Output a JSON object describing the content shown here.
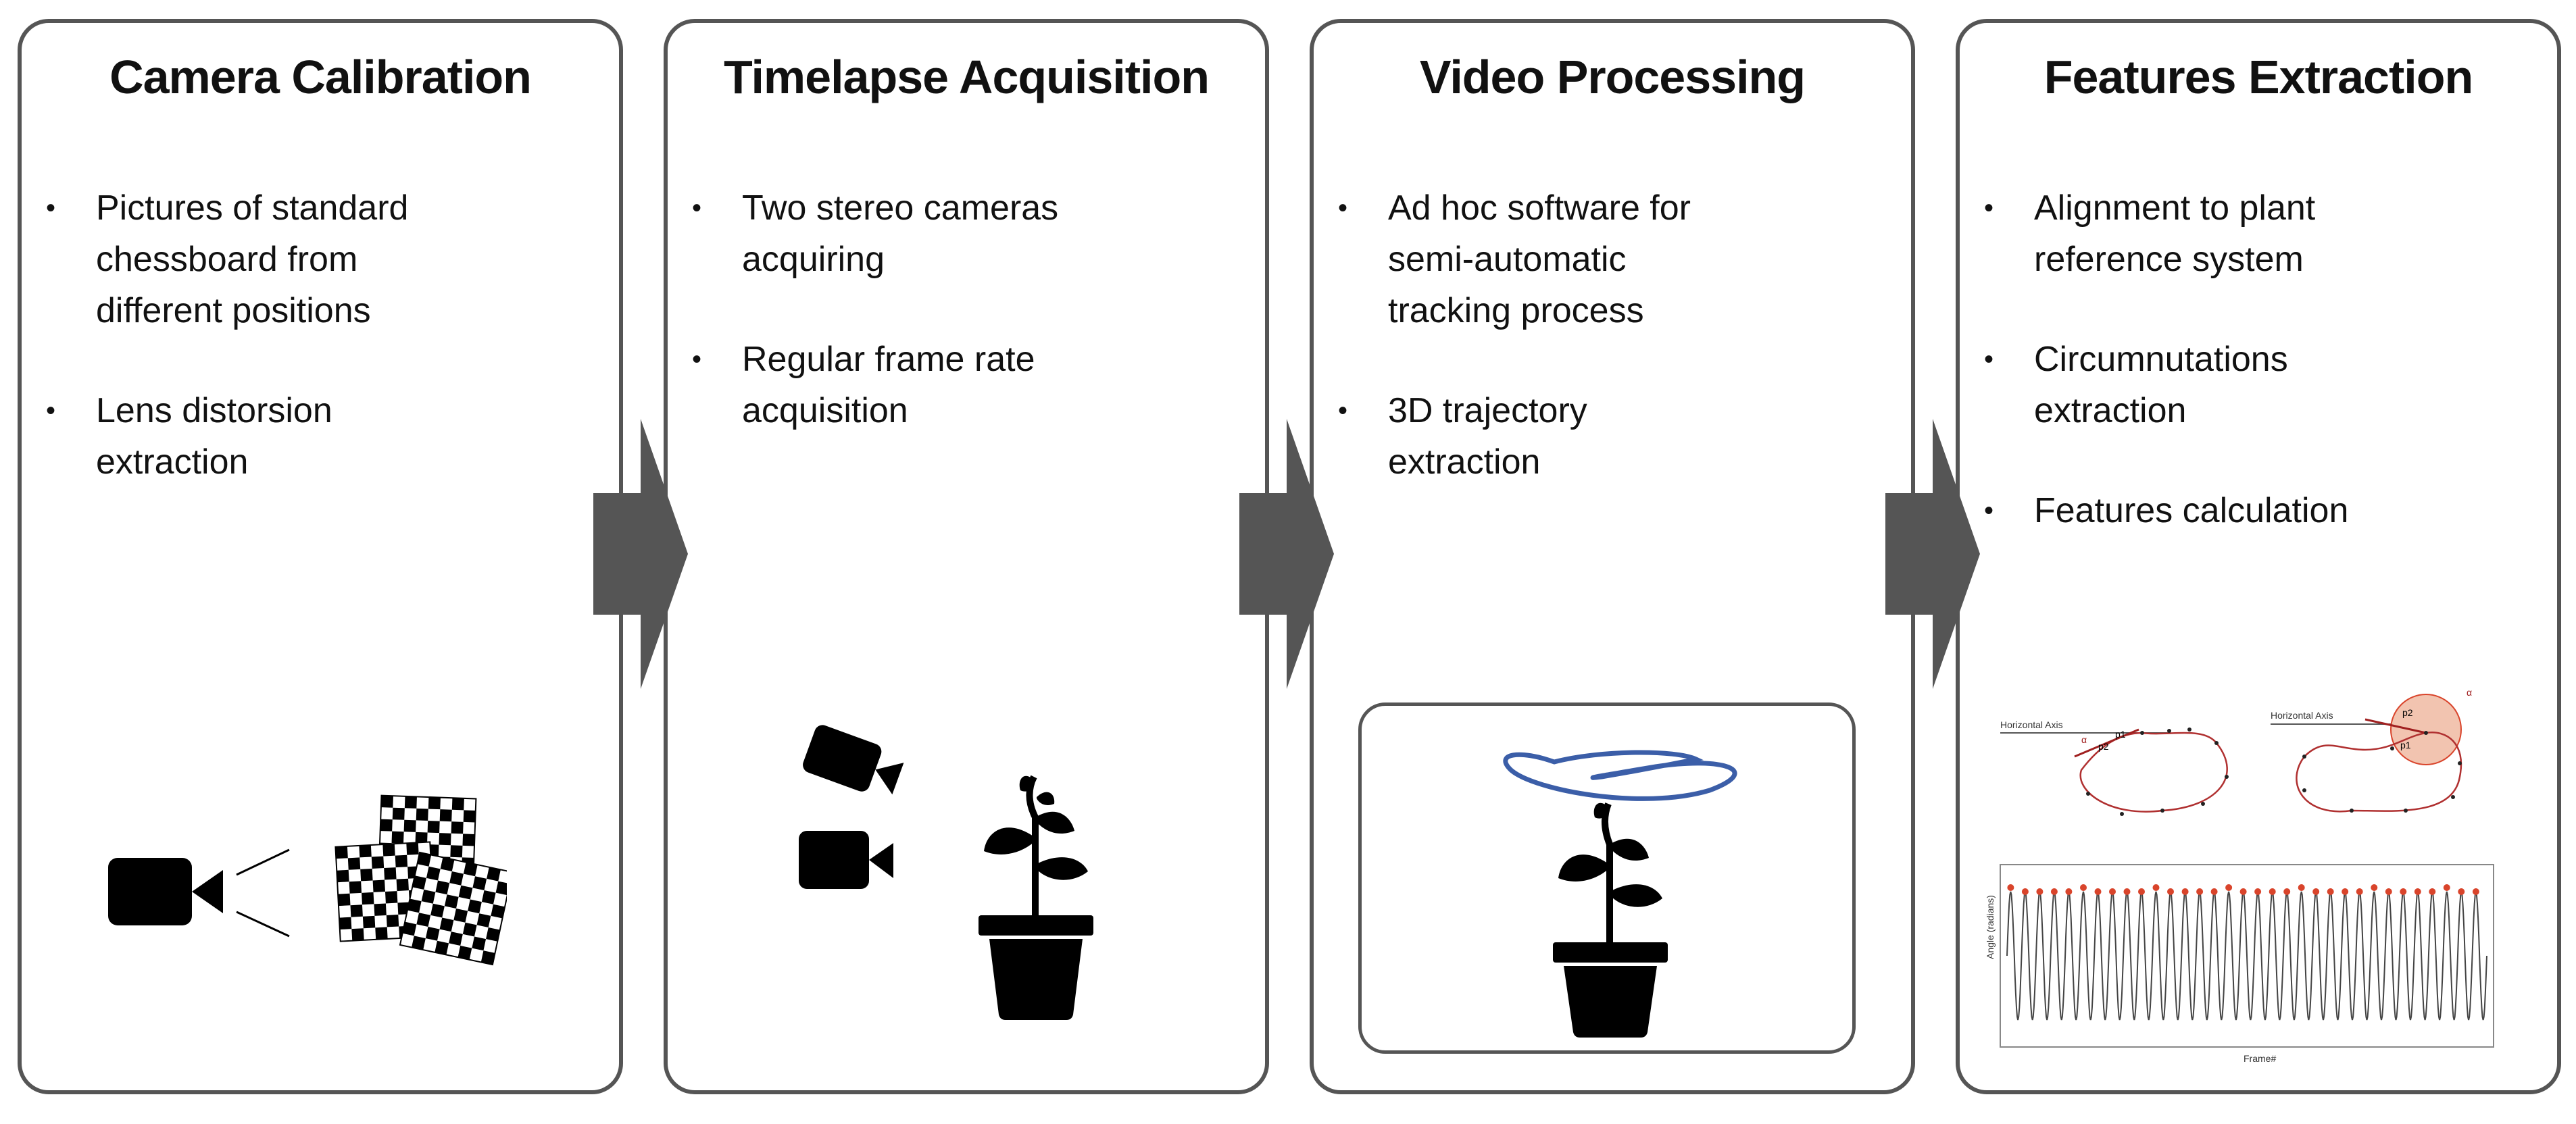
{
  "steps": [
    {
      "title": "Camera Calibration",
      "bullets": [
        "Pictures of standard\nchessboard from\ndifferent positions",
        "Lens distorsion\nextraction"
      ]
    },
    {
      "title": "Timelapse Acquisition",
      "bullets": [
        "Two stereo cameras\nacquiring",
        "Regular frame rate\nacquisition"
      ]
    },
    {
      "title": "Video Processing",
      "bullets": [
        "Ad hoc software for\nsemi-automatic\ntracking process",
        "3D trajectory\nextraction"
      ]
    },
    {
      "title": "Features Extraction",
      "bullets": [
        "Alignment to plant\nreference system",
        "Circumnutations\nextraction",
        "Features calculation"
      ]
    }
  ],
  "mini_plot_labels": {
    "horizontal_axis": "Horizontal Axis",
    "p1": "p1",
    "p2": "p2",
    "alpha": "α",
    "ylabel": "Angle (radians)",
    "xlabel": "Frame#"
  },
  "colors": {
    "border": "#555555",
    "arrow": "#555555",
    "trajectory": "#3b5ea8",
    "trajectory_red": "#b03030",
    "peak": "#d9442b",
    "circle": "#f2c4b0"
  },
  "icons": [
    "camera-icon",
    "chessboard-icon",
    "plant-pot-icon",
    "trajectory-icon",
    "mini-chart-icon"
  ]
}
